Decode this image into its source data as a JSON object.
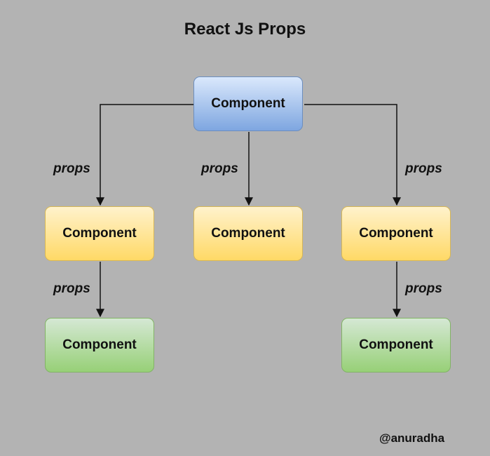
{
  "diagram": {
    "title": "React Js Props",
    "nodes": {
      "root": "Component",
      "child_left": "Component",
      "child_center": "Component",
      "child_right": "Component",
      "grandchild_left": "Component",
      "grandchild_right": "Component"
    },
    "edges": [
      {
        "from": "root",
        "to": "child_left",
        "label": "props"
      },
      {
        "from": "root",
        "to": "child_center",
        "label": "props"
      },
      {
        "from": "root",
        "to": "child_right",
        "label": "props"
      },
      {
        "from": "child_left",
        "to": "grandchild_left",
        "label": "props"
      },
      {
        "from": "child_right",
        "to": "grandchild_right",
        "label": "props"
      }
    ],
    "author": "@anuradha",
    "colors": {
      "background": "#b3b3b3",
      "root_fill": "#7ea6e0",
      "child_fill": "#ffd966",
      "grandchild_fill": "#97d077",
      "connector": "#111111"
    }
  }
}
